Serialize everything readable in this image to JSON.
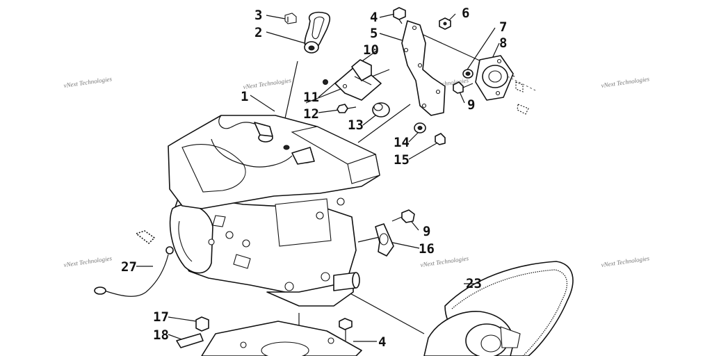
{
  "watermark": "vNext Technologies",
  "callouts": {
    "c1": "1",
    "c2": "2",
    "c3": "3",
    "c4a": "4",
    "c5": "5",
    "c6": "6",
    "c7": "7",
    "c8": "8",
    "c9a": "9",
    "c10": "10",
    "c11": "11",
    "c12": "12",
    "c13": "13",
    "c14": "14",
    "c15": "15",
    "c9b": "9",
    "c16": "16",
    "c27": "27",
    "c23": "23",
    "c17": "17",
    "c18": "18",
    "c4b": "4"
  }
}
